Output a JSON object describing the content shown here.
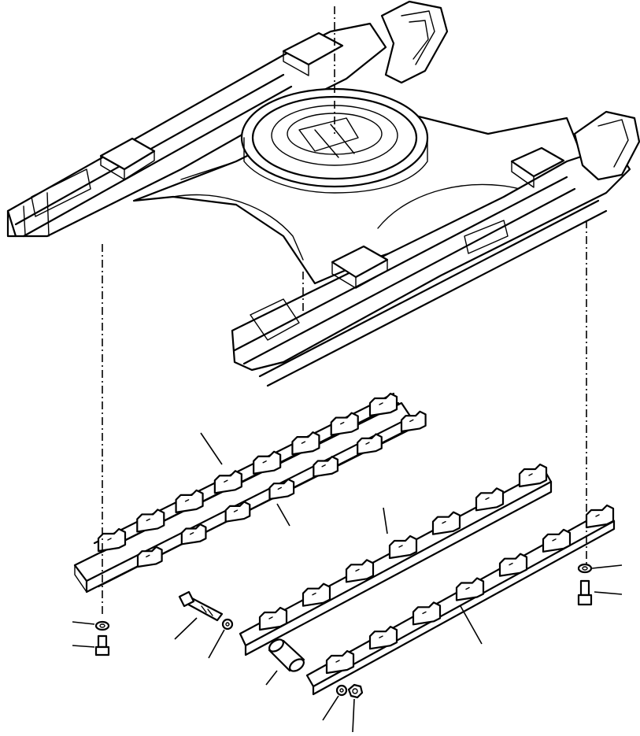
{
  "figure": {
    "title": "",
    "colors": {
      "line": "#000000",
      "background": "#ffffff"
    },
    "parts": [
      {
        "id": "track-frame",
        "label": ""
      },
      {
        "id": "left-track-guard",
        "label": ""
      },
      {
        "id": "right-track-guard-inner",
        "label": ""
      },
      {
        "id": "right-track-guard-outer",
        "label": ""
      },
      {
        "id": "long-bolt",
        "label": ""
      },
      {
        "id": "spacer-collar",
        "label": ""
      },
      {
        "id": "bolt",
        "label": ""
      },
      {
        "id": "washer",
        "label": ""
      },
      {
        "id": "nut",
        "label": ""
      }
    ]
  }
}
